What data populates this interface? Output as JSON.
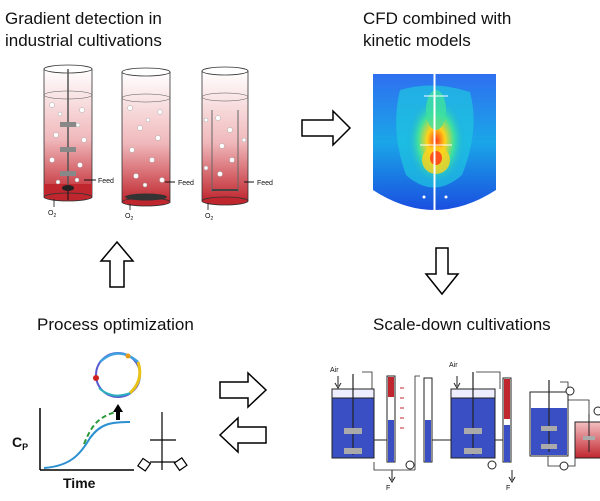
{
  "headings": {
    "gradient": [
      "Gradient detection in",
      "industrial cultivations"
    ],
    "cfd": [
      "CFD combined with",
      "kinetic models"
    ],
    "process": "Process optimization",
    "scaledown": "Scale-down cultivations"
  },
  "labels": {
    "feed": "Feed",
    "o2": "O",
    "o2_sub": "2",
    "air": "Air",
    "f": "F",
    "cp": "C",
    "cp_sub": "P",
    "time": "Time"
  },
  "colors": {
    "broth_red": "#c0262e",
    "vessel_blue": "#3a4fc4",
    "curve_blue": "#2b8fd0",
    "curve_green": "#2a9a3a"
  }
}
